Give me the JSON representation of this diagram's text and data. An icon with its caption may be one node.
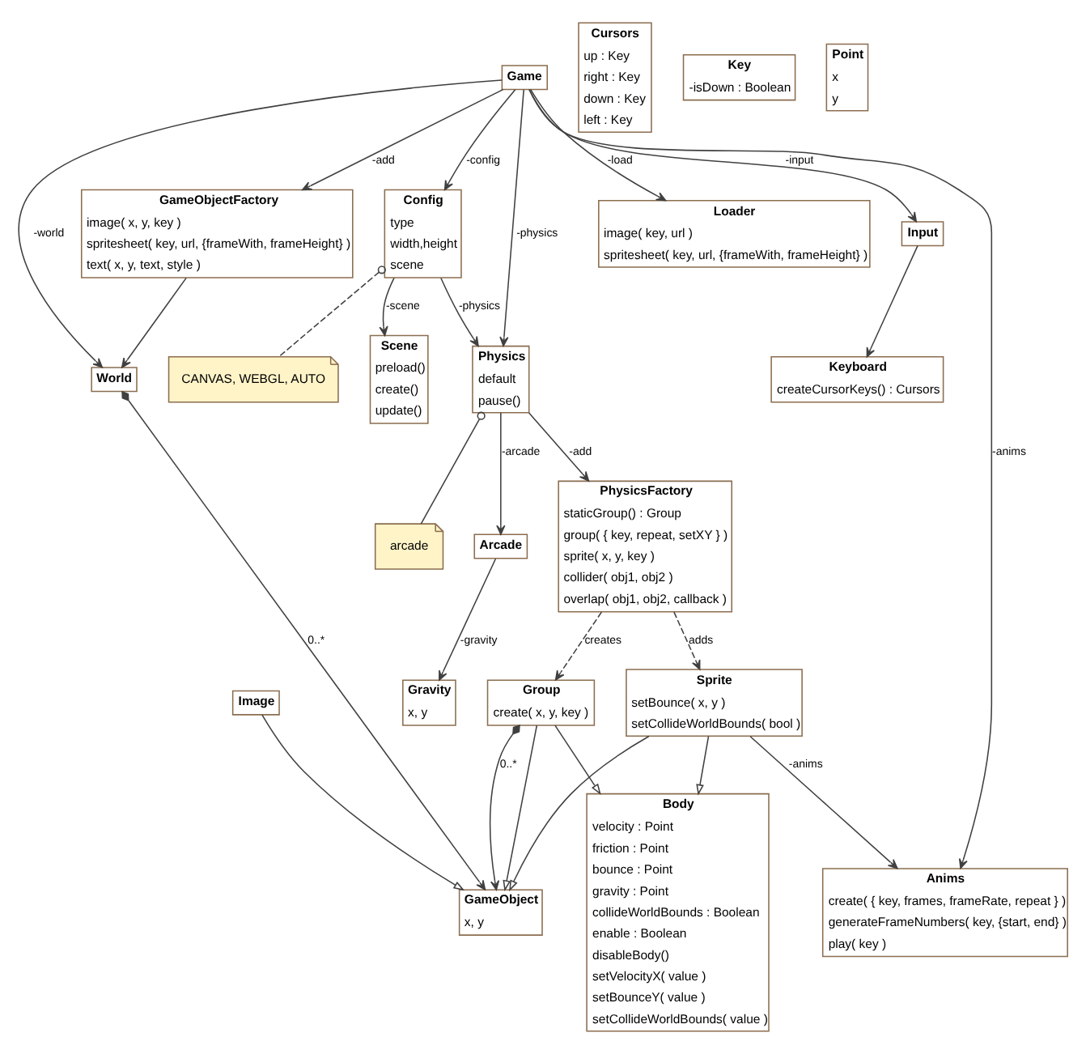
{
  "diagram": {
    "nodes": [
      {
        "text": [
          "Physics",
          "default",
          "pause()"
        ]
      },
      {
        "text": [
          "arcade"
        ]
      },
      {
        "text": [
          "Game"
        ]
      },
      {
        "text": [
          "Config",
          "type",
          "width,height",
          "scene"
        ]
      },
      {
        "text": [
          "CANVAS, WEBGL, AUTO"
        ]
      },
      {
        "text": [
          "Scene",
          "preload()",
          "create()",
          "update()"
        ]
      },
      {
        "text": [
          "Arcade"
        ]
      },
      {
        "text": [
          "Loader",
          "image( key, url )",
          "spritesheet( key, url, {frameWith, frameHeight} )"
        ]
      },
      {
        "text": [
          "Gravity",
          "x, y"
        ]
      },
      {
        "text": [
          "Input"
        ]
      },
      {
        "text": [
          "GameObjectFactory",
          "image( x, y, key )",
          "spritesheet( key, url, {frameWith, frameHeight} )",
          "text( x, y, text, style )"
        ]
      },
      {
        "text": [
          "Keyboard",
          "createCursorKeys() : Cursors"
        ]
      },
      {
        "text": [
          "World"
        ]
      },
      {
        "text": [
          "GameObject",
          "x, y"
        ]
      },
      {
        "text": [
          "Cursors",
          "up : Key",
          "right : Key",
          "down : Key",
          "left : Key"
        ]
      },
      {
        "text": [
          "Key",
          "-isDown : Boolean"
        ]
      },
      {
        "text": [
          "PhysicsFactory",
          "staticGroup() : Group",
          "group( { key, repeat, setXY } )",
          "sprite( x, y, key )",
          "collider( obj1, obj2 )",
          "overlap( obj1, obj2, callback )"
        ]
      },
      {
        "text": [
          "Group",
          "create( x, y, key )"
        ]
      },
      {
        "text": [
          "Image"
        ]
      },
      {
        "text": [
          "Sprite",
          "setBounce( x, y )",
          "setCollideWorldBounds( bool )"
        ]
      },
      {
        "text": [
          "Anims",
          "create( { key, frames, frameRate, repeat } )",
          "generateFrameNumbers( key, {start, end} )",
          "play( key )"
        ]
      },
      {
        "text": [
          "Body",
          "velocity : Point",
          "friction : Point",
          "bounce : Point",
          "gravity : Point",
          "collideWorldBounds : Boolean",
          "enable : Boolean",
          "disableBody()",
          "setVelocityX( value )",
          "setBounceY( value )",
          "setCollideWorldBounds( value )"
        ]
      },
      {
        "text": [
          "Point",
          "x",
          "y"
        ]
      }
    ],
    "edges": [
      {
        "from": 2,
        "to": 0,
        "arrow": "to",
        "label": "-physics"
      },
      {
        "from": 3,
        "to": 0,
        "arrow": "to",
        "label": "-physics"
      },
      {
        "from": 2,
        "to": 3,
        "arrow": "to",
        "label": "-config"
      },
      {
        "from": 0,
        "to": 1,
        "arrow": "other"
      },
      {
        "from": 3,
        "to": 4,
        "arrow": "other",
        "style": "dashed"
      },
      {
        "from": 3,
        "to": 5,
        "arrow": "to",
        "label": "-scene"
      },
      {
        "from": 0,
        "to": 6,
        "arrow": "to",
        "label": "-arcade"
      },
      {
        "from": 6,
        "to": 8,
        "arrow": "to",
        "label": "-gravity"
      },
      {
        "from": 2,
        "to": 9,
        "arrow": "to",
        "label": "-input"
      },
      {
        "from": 9,
        "to": 11,
        "arrow": "to"
      },
      {
        "from": 2,
        "to": 7,
        "arrow": "to",
        "label": "-load"
      },
      {
        "from": 2,
        "to": 10,
        "arrow": "to",
        "label": "-add"
      },
      {
        "from": 2,
        "to": 12,
        "arrow": "to",
        "label": "-world"
      },
      {
        "from": 10,
        "to": 12,
        "arrow": "to"
      },
      {
        "from": 12,
        "to": 13,
        "arrow": "to",
        "label": "0..*"
      },
      {
        "from": 17,
        "to": 13,
        "arrow": "to",
        "label": "0..*"
      },
      {
        "from": 17,
        "to": 13,
        "arrow": "to"
      },
      {
        "from": 18,
        "to": 13,
        "arrow": "to"
      },
      {
        "from": 19,
        "to": 13,
        "arrow": "to"
      },
      {
        "from": 0,
        "to": 16,
        "arrow": "to",
        "label": "-add"
      },
      {
        "from": 16,
        "to": 17,
        "arrow": "to",
        "style": "dashed",
        "label": "creates"
      },
      {
        "from": 16,
        "to": 19,
        "arrow": "to",
        "style": "dashed",
        "label": "adds"
      },
      {
        "from": 2,
        "to": 20,
        "arrow": "to",
        "label": "-anims"
      },
      {
        "from": 19,
        "to": 20,
        "arrow": "to",
        "label": "-anims"
      },
      {
        "from": 17,
        "to": 21,
        "arrow": "to"
      },
      {
        "from": 19,
        "to": 21,
        "arrow": "to"
      }
    ]
  }
}
